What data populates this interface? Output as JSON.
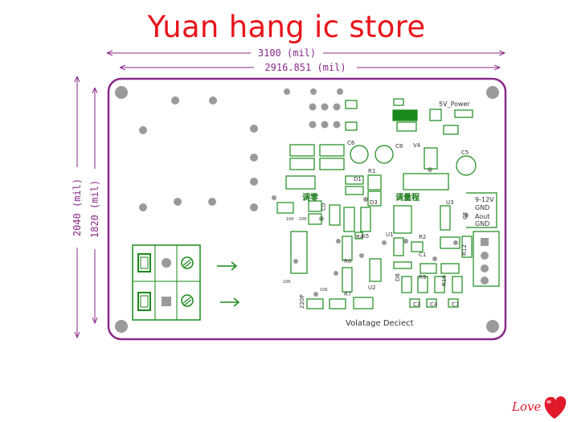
{
  "title": "Yuan hang ic store",
  "dimensions": {
    "outer_width": "3100 (mil)",
    "inner_width": "2916.851 (mil)",
    "outer_height": "2040 (mil)",
    "inner_height": "1820 (mil)"
  },
  "silkscreen": {
    "power_label": "5V_Power",
    "terminal_labels": [
      "9-12V",
      "GND",
      "Aout",
      "GND"
    ],
    "zero_adjust": "调零",
    "range_adjust": "调量程",
    "bottom_text": "Volatage Deciect",
    "components": [
      "C6",
      "C8",
      "V4",
      "C5",
      "D1",
      "R1",
      "D3",
      "C0",
      "A5",
      "U1",
      "R2",
      "U3",
      "R6",
      "R4",
      "C1",
      "R12",
      "R7",
      "U2",
      "D8",
      "R9",
      "R10",
      "C3",
      "C4",
      "C7",
      "C2",
      "220P",
      "10K",
      "10K",
      "10K",
      "10K"
    ]
  },
  "watermark": "Love",
  "colors": {
    "board_outline": "#8a2a8a",
    "silk": "#1a8a1a",
    "pad": "#9a9a9a",
    "title": "#e8141b",
    "heart": "#e01a2a"
  }
}
